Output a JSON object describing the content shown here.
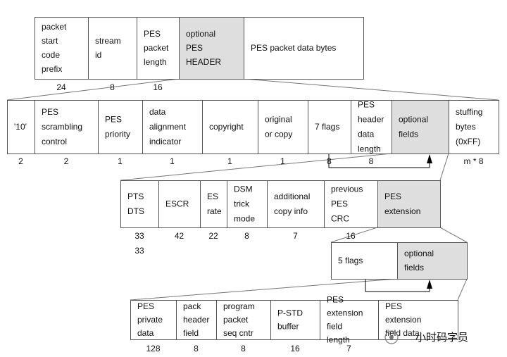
{
  "level1": {
    "cells": [
      {
        "lines": [
          "packet",
          "start",
          "code",
          "prefix"
        ],
        "size": "24"
      },
      {
        "lines": [
          "stream",
          "id"
        ],
        "size": "8"
      },
      {
        "lines": [
          "PES",
          "packet",
          "length"
        ],
        "size": "16"
      },
      {
        "lines": [
          "optional",
          "PES",
          "HEADER"
        ],
        "size": "",
        "shaded": true
      },
      {
        "lines": [
          "PES packet data bytes"
        ],
        "size": ""
      }
    ]
  },
  "level2": {
    "cells": [
      {
        "lines": [
          "'10'"
        ],
        "size": "2"
      },
      {
        "lines": [
          "PES",
          "scrambling",
          "control"
        ],
        "size": "2"
      },
      {
        "lines": [
          "PES",
          "priority"
        ],
        "size": "1"
      },
      {
        "lines": [
          "data",
          "alignment",
          "indicator"
        ],
        "size": "1"
      },
      {
        "lines": [
          "copyright"
        ],
        "size": "1"
      },
      {
        "lines": [
          "original",
          "or copy"
        ],
        "size": "1"
      },
      {
        "lines": [
          "7 flags"
        ],
        "size": "8"
      },
      {
        "lines": [
          "PES",
          "header",
          "data",
          "length"
        ],
        "size": "8"
      },
      {
        "lines": [
          "optional",
          "fields"
        ],
        "size": "",
        "shaded": true
      },
      {
        "lines": [
          "stuffing",
          "bytes",
          "(0xFF)"
        ],
        "size": "m * 8"
      }
    ]
  },
  "level3": {
    "cells": [
      {
        "lines": [
          "PTS",
          "DTS"
        ],
        "size": "33",
        "size2": "33"
      },
      {
        "lines": [
          "ESCR"
        ],
        "size": "42"
      },
      {
        "lines": [
          "ES",
          "rate"
        ],
        "size": "22"
      },
      {
        "lines": [
          "DSM",
          "trick",
          "mode"
        ],
        "size": "8"
      },
      {
        "lines": [
          "additional",
          "copy info"
        ],
        "size": "7"
      },
      {
        "lines": [
          "previous",
          "PES",
          "CRC"
        ],
        "size": "16"
      },
      {
        "lines": [
          "PES",
          "extension"
        ],
        "size": "",
        "shaded": true
      }
    ]
  },
  "level4": {
    "cells": [
      {
        "lines": [
          "5 flags"
        ],
        "size": ""
      },
      {
        "lines": [
          "optional",
          "fields"
        ],
        "size": "",
        "shaded": true
      }
    ]
  },
  "level5": {
    "cells": [
      {
        "lines": [
          "PES",
          "private",
          "data"
        ],
        "size": "128"
      },
      {
        "lines": [
          "pack",
          "header",
          "field"
        ],
        "size": "8"
      },
      {
        "lines": [
          "program",
          "packet",
          "seq cntr"
        ],
        "size": "8"
      },
      {
        "lines": [
          "P-STD",
          "buffer"
        ],
        "size": "16"
      },
      {
        "lines": [
          "PES",
          "extension",
          "field",
          "length"
        ],
        "size": "7"
      },
      {
        "lines": [
          "PES",
          "extension",
          "field data"
        ],
        "size": ""
      }
    ]
  },
  "watermark": {
    "text": "小时码字员"
  },
  "colors": {
    "shaded": "#dedede",
    "border": "#555555",
    "arrow": "#000000"
  }
}
